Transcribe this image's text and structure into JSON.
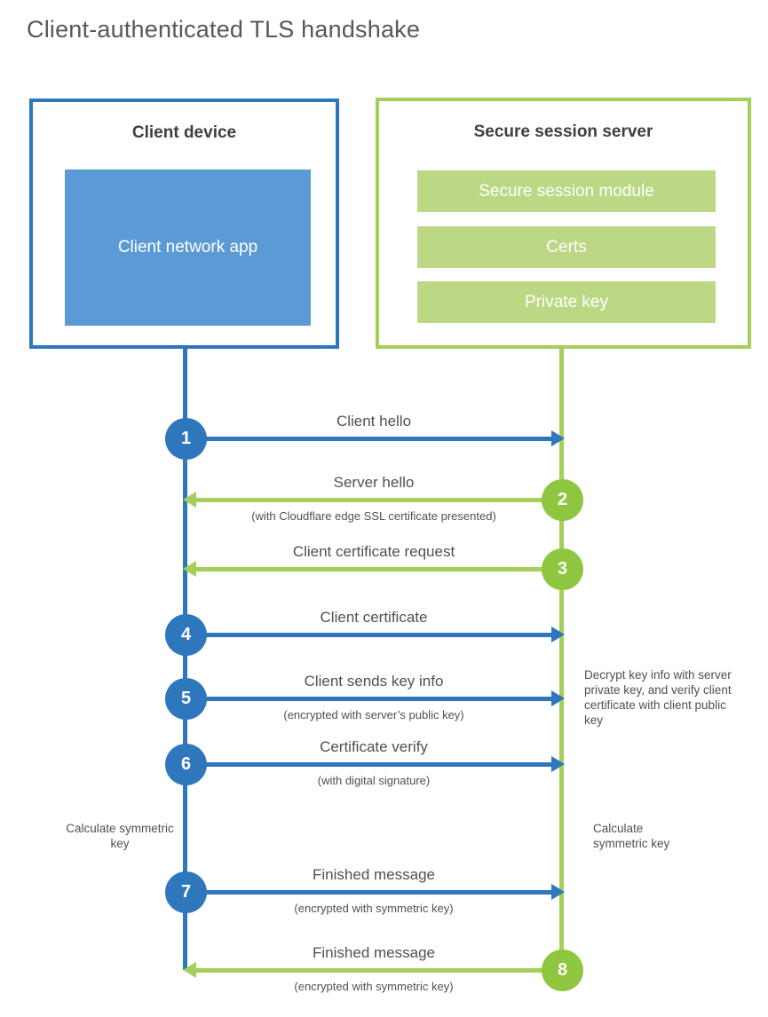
{
  "title": "Client-authenticated TLS handshake",
  "colors": {
    "blue_line": "#2e77bd",
    "blue_fill": "#5b9bd5",
    "green_line": "#a3cf5a",
    "green_circle": "#8ec63f",
    "green_fill": "#bcd884",
    "text": "#4f5052"
  },
  "client_box": {
    "title": "Client device",
    "inner_label": "Client network app"
  },
  "server_box": {
    "title": "Secure session server",
    "modules": [
      "Secure session module",
      "Certs",
      "Private key"
    ]
  },
  "messages": [
    {
      "step": "1",
      "label": "Client hello",
      "subtitle": "",
      "direction": "right",
      "color": "blue"
    },
    {
      "step": "2",
      "label": "Server hello",
      "subtitle": "(with Cloudflare edge SSL certificate presented)",
      "direction": "left",
      "color": "green"
    },
    {
      "step": "3",
      "label": "Client certificate request",
      "subtitle": "",
      "direction": "left",
      "color": "green"
    },
    {
      "step": "4",
      "label": "Client certificate",
      "subtitle": "",
      "direction": "right",
      "color": "blue"
    },
    {
      "step": "5",
      "label": "Client sends key info",
      "subtitle": "(encrypted with server’s public key)",
      "direction": "right",
      "color": "blue"
    },
    {
      "step": "6",
      "label": "Certificate verify",
      "subtitle": "(with digital signature)",
      "direction": "right",
      "color": "blue"
    },
    {
      "step": "7",
      "label": "Finished message",
      "subtitle": "(encrypted with symmetric key)",
      "direction": "right",
      "color": "blue"
    },
    {
      "step": "8",
      "label": "Finished message",
      "subtitle": "(encrypted with symmetric key)",
      "direction": "left",
      "color": "green"
    }
  ],
  "notes": {
    "decrypt_note": "Decrypt key info with server private key, and verify client certificate with client public key",
    "calc_client": "Calculate symmetric key",
    "calc_server": "Calculate symmetric key"
  }
}
